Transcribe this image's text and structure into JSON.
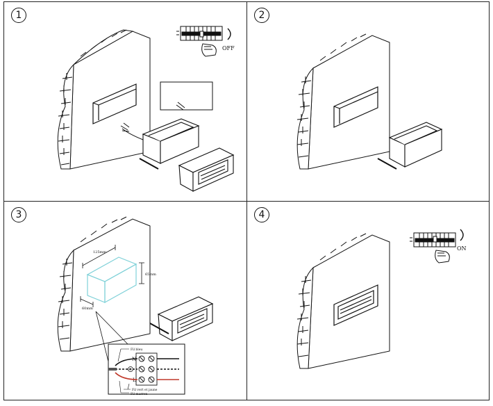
{
  "steps": [
    {
      "number": "1",
      "switch_label": "OFF"
    },
    {
      "number": "2"
    },
    {
      "number": "3",
      "dimensions": {
        "width": "125mm",
        "height": "65mm",
        "depth": "60mm"
      },
      "wires": {
        "neutral": "Fil bleu",
        "earth": "Fil vert et jaune",
        "live": "Fil marron"
      },
      "terminals": {
        "n": "N",
        "l": "L"
      }
    },
    {
      "number": "4",
      "switch_label": "ON"
    }
  ],
  "colors": {
    "line": "#111111",
    "cable_live": "#c0392b",
    "box_outline": "#7fd1d8"
  }
}
